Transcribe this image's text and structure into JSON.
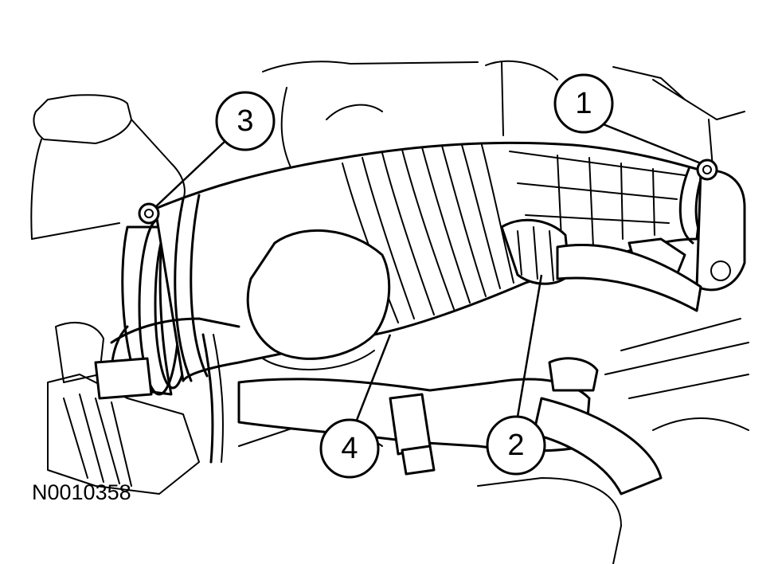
{
  "figure": {
    "id_label": "N0010358",
    "callouts": [
      {
        "number": "1"
      },
      {
        "number": "2"
      },
      {
        "number": "3"
      },
      {
        "number": "4"
      }
    ]
  }
}
